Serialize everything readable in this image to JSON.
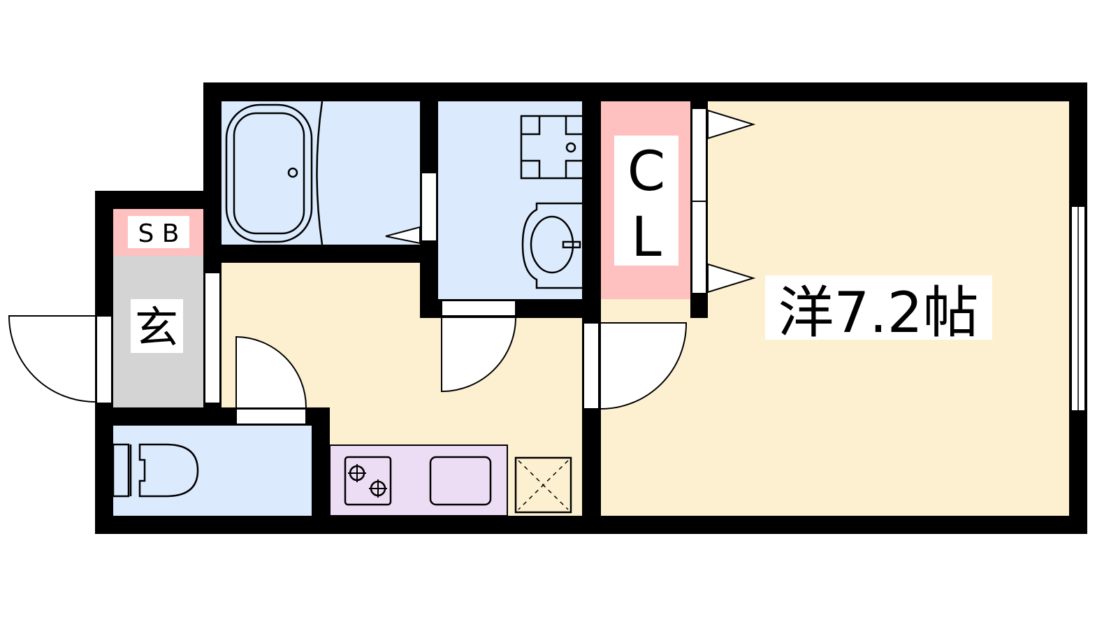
{
  "rooms": {
    "shoe_box": {
      "label": "S B",
      "color": "#ffc0c0"
    },
    "entrance": {
      "label": "玄",
      "color": "#d4d4d4"
    },
    "closet": {
      "label_line1": "C",
      "label_line2": "L",
      "color": "#ffc0c0"
    },
    "western_room": {
      "label": "洋7.2帖",
      "color": "#fdf0d0"
    },
    "bath": {
      "color": "#dbeafc"
    },
    "washroom": {
      "color": "#dbeafc"
    },
    "toilet": {
      "color": "#dbeafc"
    },
    "kitchen": {
      "color": "#ecdcf4"
    },
    "hallway": {
      "color": "#fdf0d0"
    }
  }
}
